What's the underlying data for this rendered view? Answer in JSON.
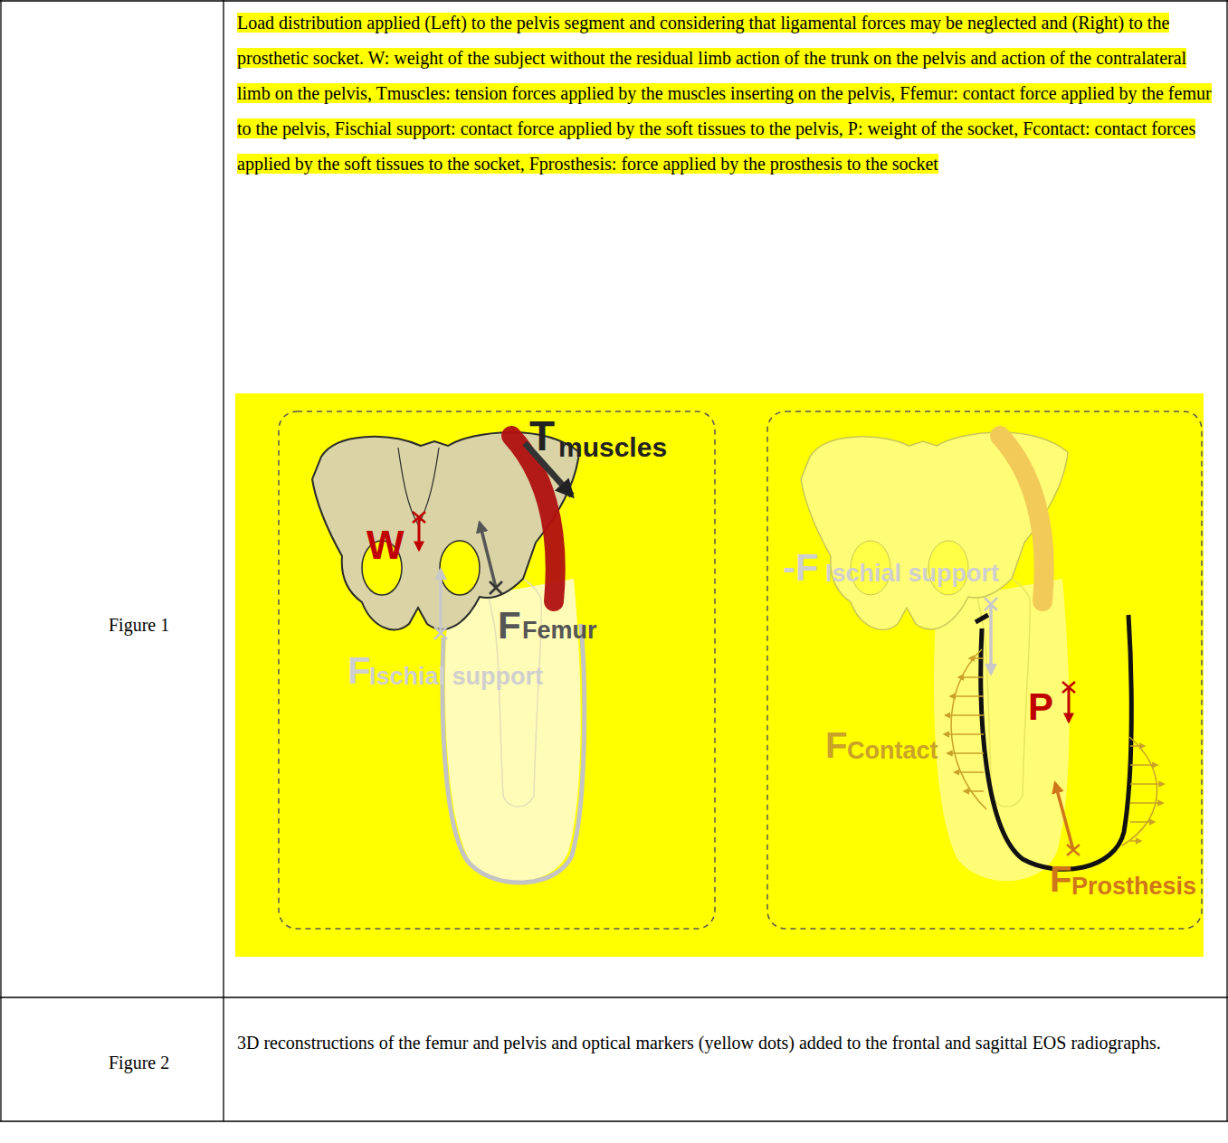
{
  "diagram": {
    "labels": [
      "Figure 1",
      "Load distribution applied (Left) to the pelvis segment and considering that ligamental forces may be neglected and (Right) to the prosthetic socket. W: weight of the subject without the residual limb action of the trunk on the pelvis and action of the contralateral limb on the pelvis, Tmuscles: tension forces applied by the muscles inserting on the pelvis, Ffemur: contact force applied by the femur to the pelvis, Fischial support: contact force applied by the soft tissues to the pelvis, P: weight of the socket, Fcontact: contact forces applied by the soft tissues to the socket, Fprosthesis: force applied by the prosthesis to the socket",
      "T",
      "muscles",
      "W",
      "F",
      "Femur",
      "F",
      "Ischial support",
      "-F",
      "Ischial support",
      "F",
      "Contact",
      "P",
      "F",
      "Prosthesis",
      "Figure 2",
      "3D reconstructions of the femur and pelvis and optical markers (yellow dots) added to the frontal and sagittal EOS radiographs."
    ]
  }
}
